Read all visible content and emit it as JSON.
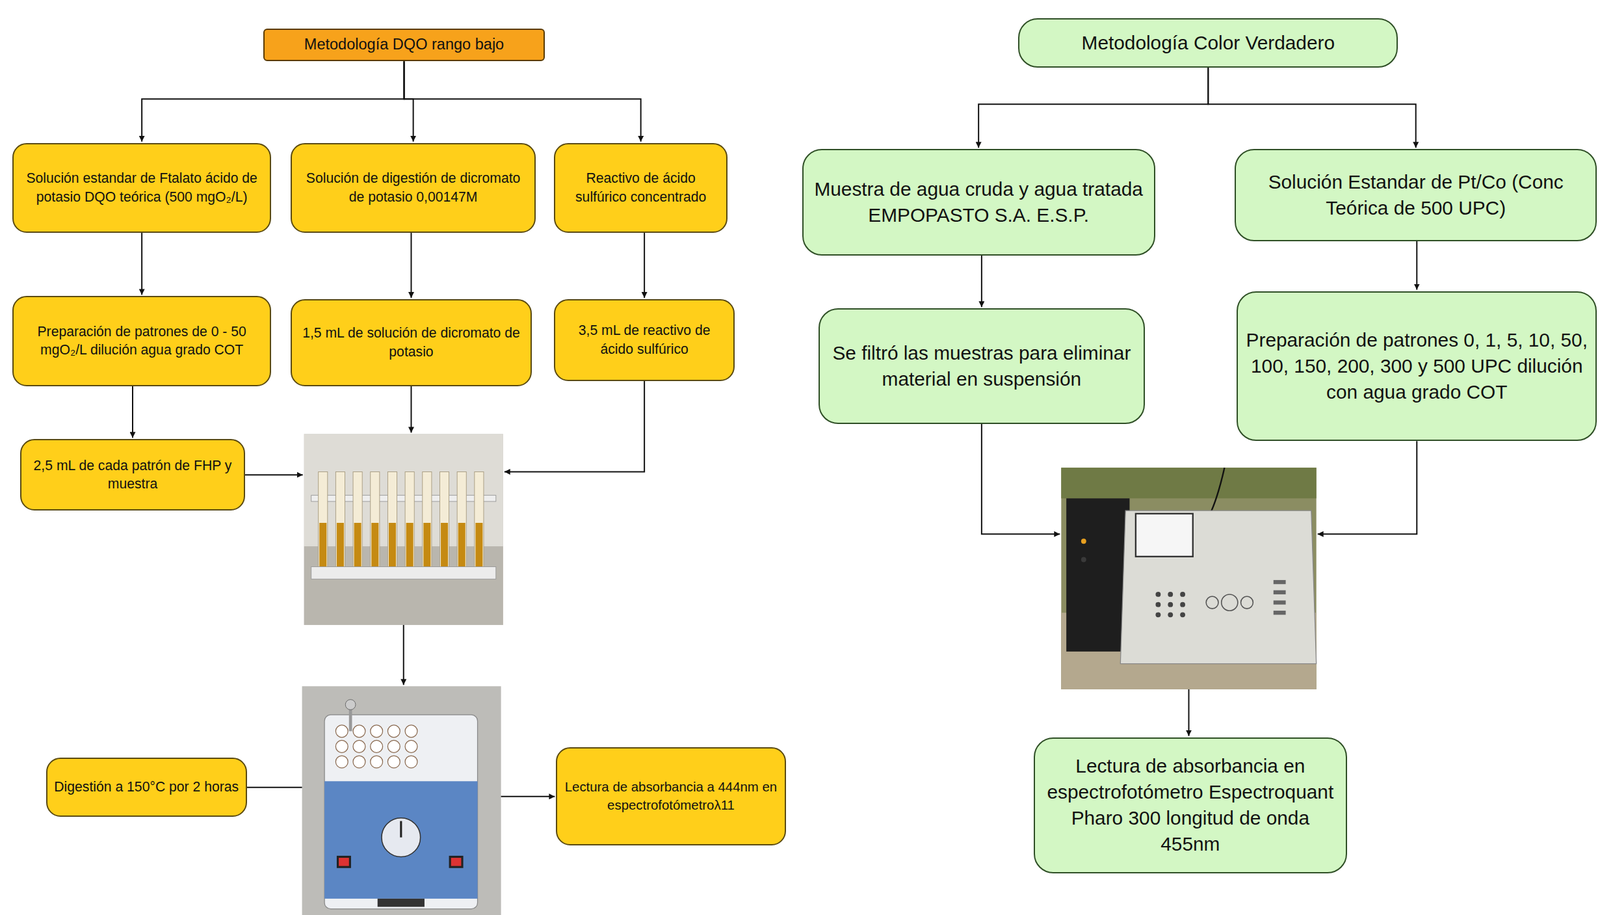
{
  "diagram": {
    "nodes": [
      {
        "text": [
          "Metodología DQO rango bajo"
        ]
      },
      {
        "text": [
          "Solución estandar de Ftalato ácido de potasio DQO teórica (500 mgO₂/L)"
        ]
      },
      {
        "text": [
          "Solución de digestión de dicromato de potasio 0,00147M"
        ]
      },
      {
        "text": [
          "Reactivo de ácido sulfúrico concentrado"
        ]
      },
      {
        "text": [
          "Preparación de patrones de 0 - 50 mgO₂/L dilución agua grado COT"
        ]
      },
      {
        "text": [
          "1,5 mL de solución de dicromato de potasio"
        ]
      },
      {
        "text": [
          "3,5 mL de reactivo de ácido sulfúrico"
        ]
      },
      {
        "text": [
          "2,5 mL de cada patrón de FHP y muestra"
        ]
      },
      {
        "text": [
          "Digestión a 150°C por 2 horas"
        ]
      },
      {
        "text": [
          "Lectura de absorbancia a 444nm en espectrofotómetroλ11"
        ]
      },
      {
        "text": [
          "Metodología Color Verdadero"
        ]
      },
      {
        "text": [
          "Muestra de agua cruda y agua tratada EMPOPASTO S.A. E.S.P."
        ]
      },
      {
        "text": [
          "Solución Estandar de Pt/Co (Conc Teórica de 500 UPC)"
        ]
      },
      {
        "text": [
          "Se filtró las muestras para eliminar material en suspensión"
        ]
      },
      {
        "text": [
          "Preparación de patrones 0, 1, 5, 10, 50, 100, 150, 200, 300 y 500 UPC dilución con agua grado COT"
        ]
      },
      {
        "text": [
          "Lectura de absorbancia en espectrofotómetro Espectroquant Pharo 300 longitud de onda 455nm"
        ]
      }
    ],
    "edges": [
      {
        "from": 0,
        "to": 1,
        "arrow": "to"
      },
      {
        "from": 0,
        "to": 2,
        "arrow": "to"
      },
      {
        "from": 0,
        "to": 3,
        "arrow": "to"
      },
      {
        "from": 1,
        "to": 4,
        "arrow": "to"
      },
      {
        "from": 2,
        "to": 5,
        "arrow": "to"
      },
      {
        "from": 3,
        "to": 6,
        "arrow": "to"
      },
      {
        "from": 4,
        "to": 7,
        "arrow": "to"
      },
      {
        "from": 10,
        "to": 11,
        "arrow": "to"
      },
      {
        "from": 10,
        "to": 12,
        "arrow": "to"
      },
      {
        "from": 11,
        "to": 13,
        "arrow": "to"
      },
      {
        "from": 12,
        "to": 14,
        "arrow": "to"
      }
    ]
  }
}
